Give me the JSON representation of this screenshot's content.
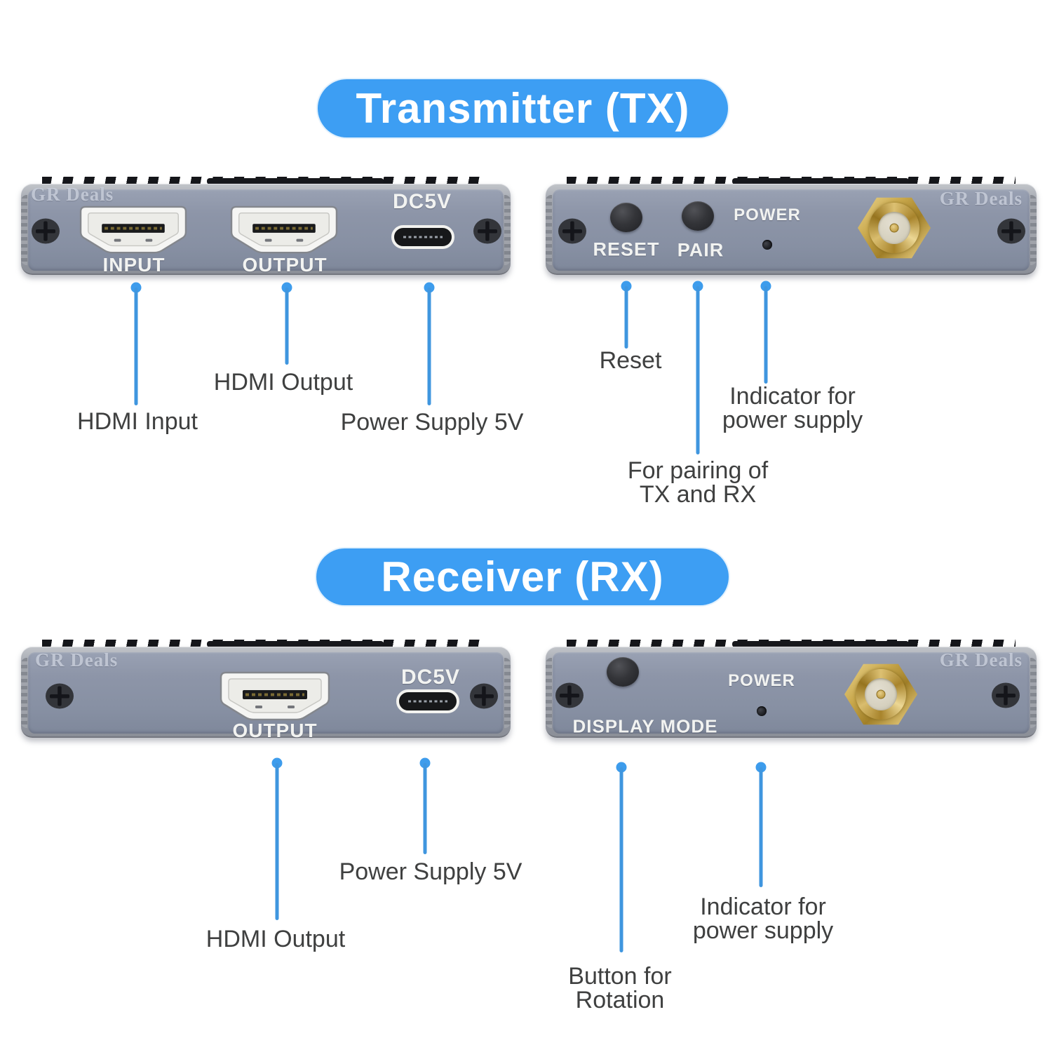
{
  "badges": {
    "transmitter": "Transmitter (TX)",
    "receiver": "Receiver (RX)"
  },
  "watermark": "GR Deals",
  "transmitter": {
    "front": {
      "input_label": "INPUT",
      "output_label": "OUTPUT",
      "dc_label": "DC5V"
    },
    "back": {
      "reset_label": "RESET",
      "pair_label": "PAIR",
      "power_label": "POWER"
    },
    "callouts": {
      "hdmi_input": "HDMI Input",
      "hdmi_output": "HDMI Output",
      "power_supply": "Power Supply 5V",
      "reset": "Reset",
      "pair_line1": "For pairing of",
      "pair_line2": "TX and RX",
      "indicator_line1": "Indicator for",
      "indicator_line2": "power supply"
    }
  },
  "receiver": {
    "front": {
      "output_label": "OUTPUT",
      "dc_label": "DC5V"
    },
    "back": {
      "display_mode_label": "DISPLAY MODE",
      "power_label": "POWER"
    },
    "callouts": {
      "hdmi_output": "HDMI Output",
      "power_supply": "Power Supply 5V",
      "button_line1": "Button for",
      "button_line2": "Rotation",
      "indicator_line1": "Indicator for",
      "indicator_line2": "power supply"
    }
  },
  "colors": {
    "badge_blue": "#3d9ef3",
    "callout_blue": "#3f96df",
    "panel_face": "#8d95a8",
    "panel_frame": "#a6aab2",
    "label_text": "#3f4040",
    "panel_text": "#f2f3f1",
    "antenna_gold": "#c9a84c"
  }
}
